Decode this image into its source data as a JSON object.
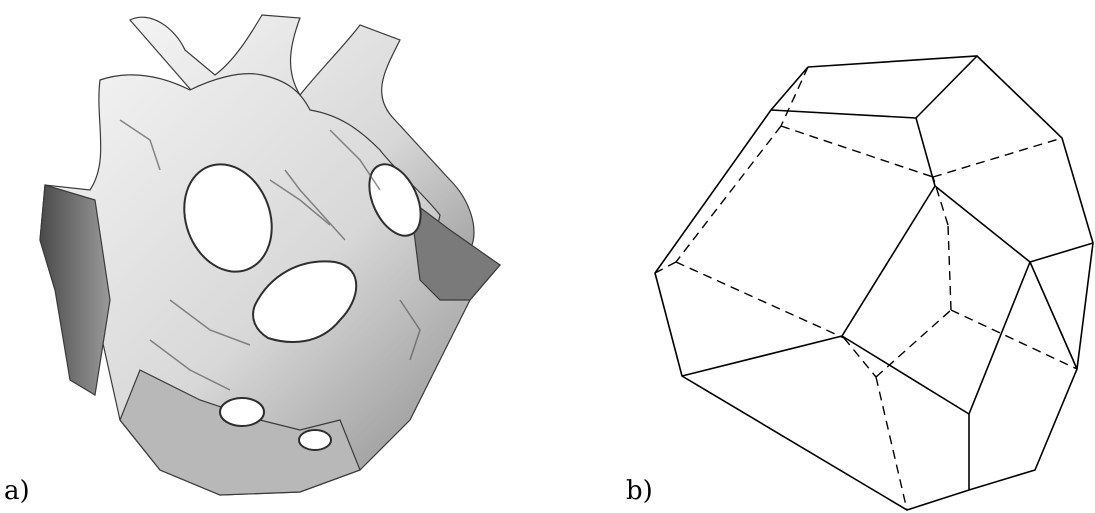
{
  "panels": [
    {
      "label": "a)",
      "content": "isosurface"
    },
    {
      "label": "b)",
      "content": "truncated-octahedron"
    }
  ],
  "colors": {
    "surface_light": "#efefef",
    "surface_shadow": "#6f6f6f",
    "edge_line": "#000000",
    "background": "#ffffff"
  }
}
